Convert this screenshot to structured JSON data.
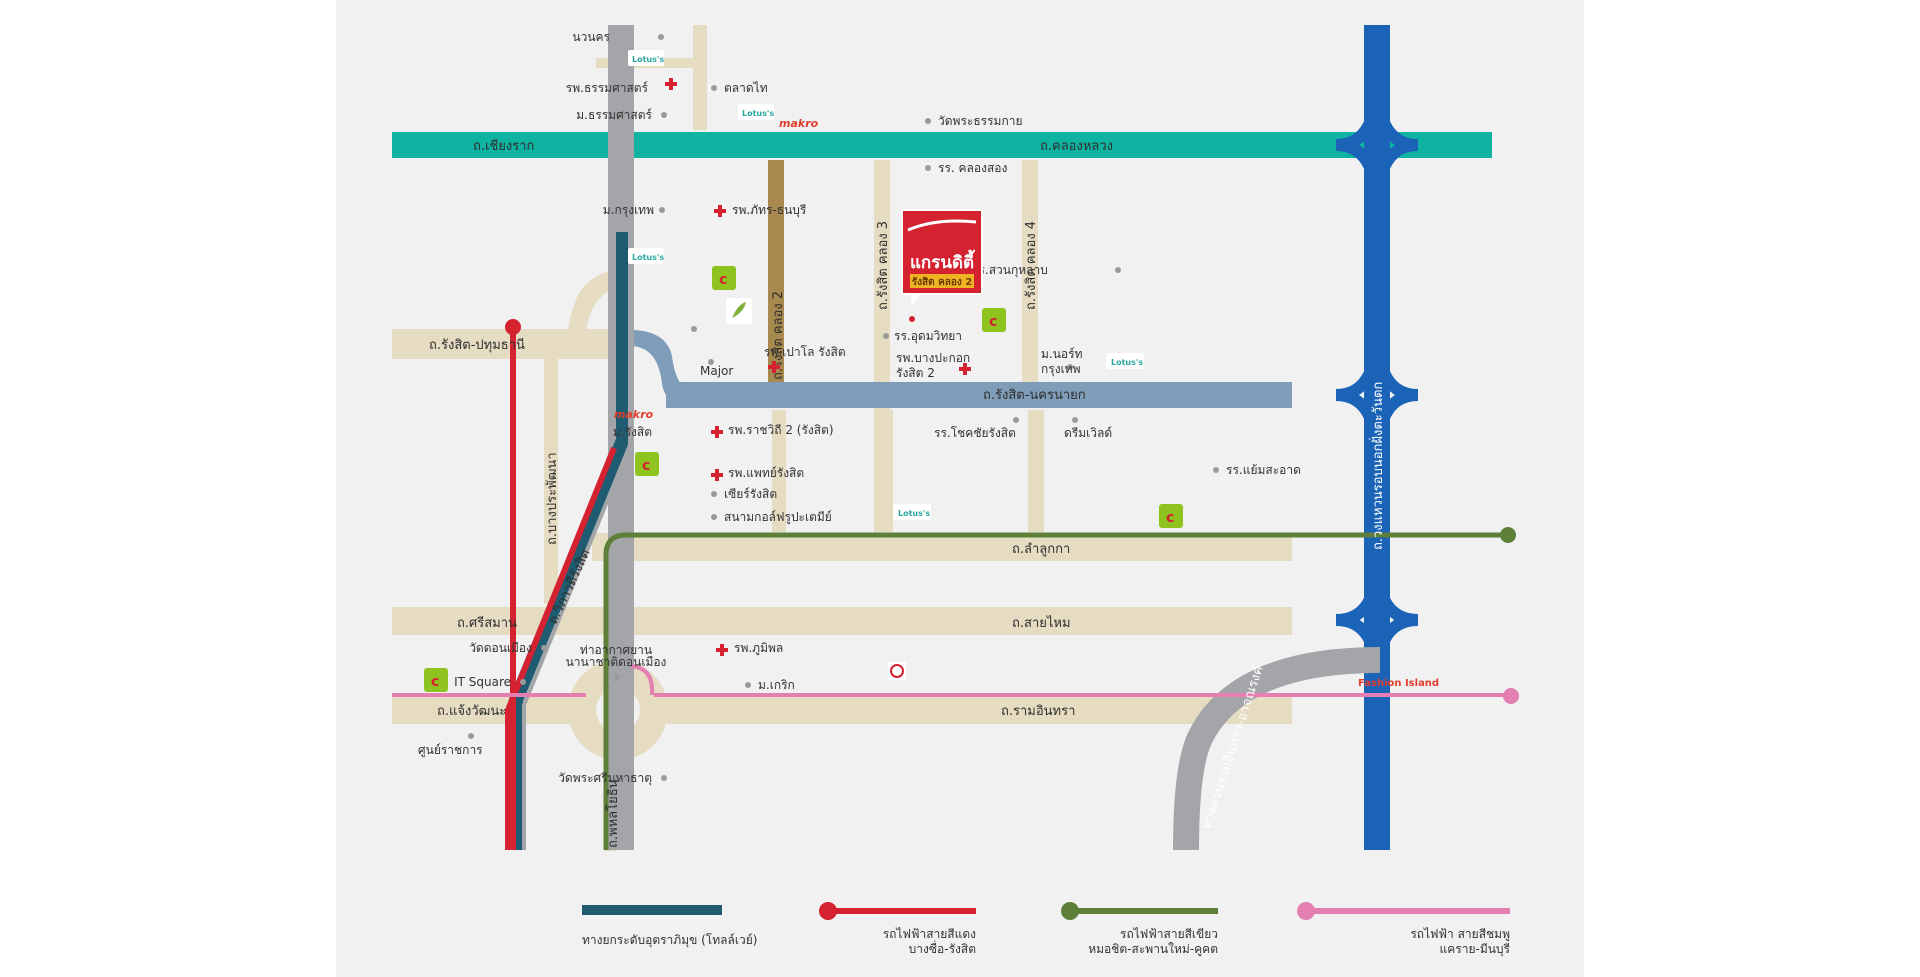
{
  "roads": {
    "chiangrak": "ถ.เชียงราก",
    "khlongluang": "ถ.คลองหลวง",
    "rangsit_pathum": "ถ.รังสิต-ปทุมธานี",
    "rangsit_nakhon": "ถ.รังสิต-นครนายก",
    "lamlukka": "ถ.ลำลูกกา",
    "sisaman": "ถ.ศรีสมาน",
    "saimai": "ถ.สายไหม",
    "changwattana": "ถ.แจ้งวัฒนะ",
    "ramintra": "ถ.รามอินทรา",
    "khlong2": "ถ.รังสิต คลอง 2",
    "khlong3": "ถ.รังสิต คลอง 3",
    "khlong4": "ถ.รังสิต คลอง 4",
    "bangpra": "ถ.บางประพัฒนา",
    "vibhavadi": "ถ.วิภาวดีรังสิต",
    "phahon": "ถ.พหลโยธิน",
    "ring": "ถ.วงแหวนรอบนอกฝั่งตะวันตก",
    "expressway": "ทางด่วนรามอินทรา-อาจณรงค์"
  },
  "places": {
    "nawanakorn": "นวนคร",
    "thammasat_hosp": "รพ.ธรรมศาสตร์",
    "thammasat_uni": "ม.ธรรมศาสตร์",
    "talad_thai": "ตลาดไท",
    "wat_phra_thammakai": "วัดพระธรรมกาย",
    "khlong_song_school": "รร. คลองสอง",
    "bangkok_uni": "ม.กรุงเทพ",
    "phatara_hosp": "รพ.ภัทร-ธนบุรี",
    "suan_kularb": "รร.สวนกุหลาบ",
    "udom_school": "รร.อุดมวิทยา",
    "paolo_hosp": "รพ.เปาโล รังสิต",
    "bangpakok_hosp": "รพ.บางปะกอก",
    "bangpakok_hosp2": "รังสิต 2",
    "north_uni": "ม.นอร์ท",
    "north_uni2": "กรุงเทพ",
    "major": "Major",
    "rangsit_uni": "ม.รังสิต",
    "ratchavithi_hosp": "รพ.ราชวิถี 2 (รังสิต)",
    "chaiyarangsit_school": "รร.โชคชัยรังสิต",
    "dreamworld": "ดรีมเวิลด์",
    "phaet_hosp": "รพ.แพทย์รังสิต",
    "yamsa_school": "รร.แย้มสะอาด",
    "future_park": "เซียร์รังสิต",
    "golf": "สนามกอล์ฟรูปะเตมีย์",
    "wat_donmueang": "วัดดอนเมือง",
    "airport": "ท่าอากาศยาน",
    "airport2": "นานาชาติดอนเมือง",
    "it_square": "IT Square",
    "phumiphol_hosp": "รพ.ภูมิพล",
    "kerk_uni": "ม.เกริก",
    "govt_center": "ศูนย์ราชการ",
    "wat_phra_sri": "วัดพระศรีมหาธาตุ"
  },
  "brands": {
    "lotus": "Lotus's",
    "makro": "makro",
    "fashion": "Fashion Island"
  },
  "project": {
    "name": "แกรนดิตี้",
    "sub": "รังสิต คลอง 2"
  },
  "legend": [
    {
      "label1": "ทางยกระดับอุตราภิมุข (โทลล์เวย์)",
      "label2": "",
      "color": "#1f5c72"
    },
    {
      "label1": "รถไฟฟ้าสายสีแดง",
      "label2": "บางซื่อ-รังสิต",
      "color": "#d42230"
    },
    {
      "label1": "รถไฟฟ้าสายสีเขียว",
      "label2": "หมอชิต-สะพานใหม่-คูคต",
      "color": "#5d7f3a"
    },
    {
      "label1": "รถไฟฟ้า สายสีชมพู",
      "label2": "แคราย-มีนบุรี",
      "color": "#e57fb1"
    }
  ],
  "colors": {
    "background": "#f1f1f2",
    "road_tan": "#e5dcc2",
    "chiangrak_teal": "#0fb3a1",
    "rangsit_nakhon_blue": "#7f9cb8",
    "ring_blue": "#1a63b7",
    "gray_road": "#a3a5a8",
    "red_line": "#d42230",
    "green_line": "#5d7f3a",
    "pink_line": "#e57fb1",
    "tollway": "#1f5c72"
  }
}
